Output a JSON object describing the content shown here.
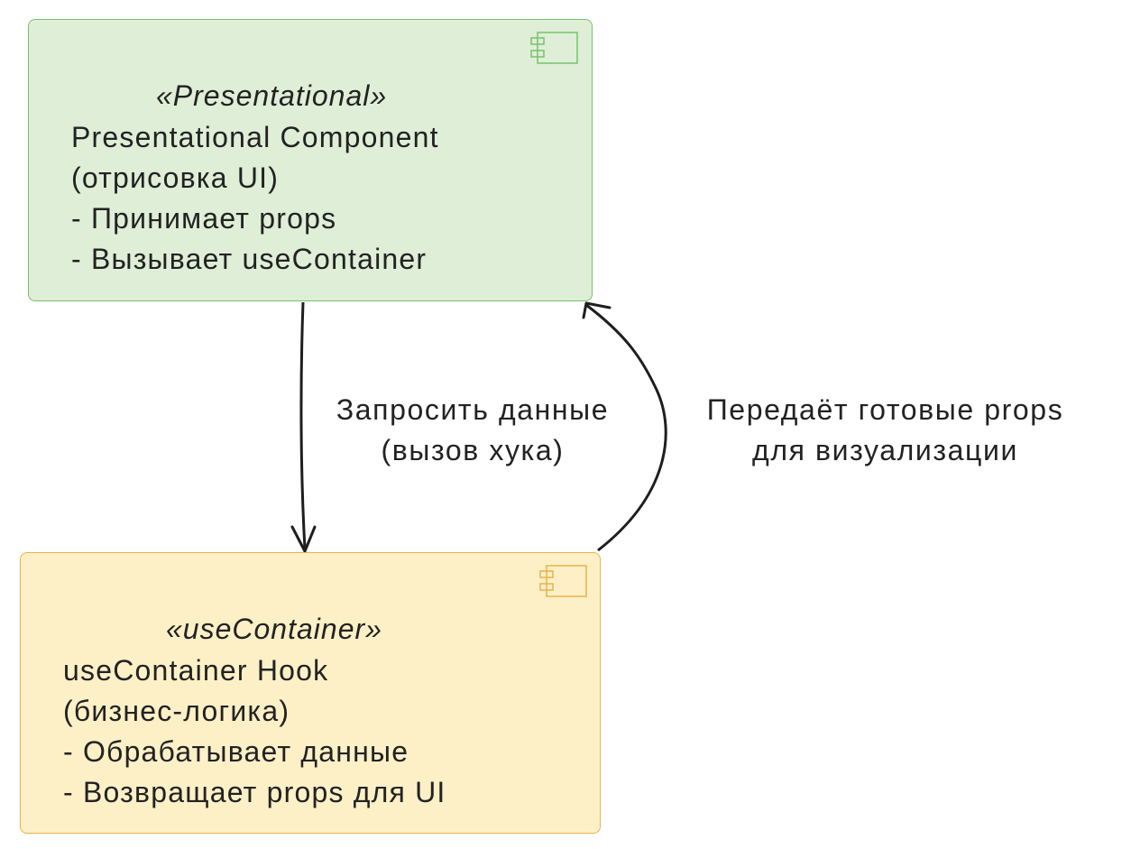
{
  "colors": {
    "presentational_fill": "#dfeed7",
    "presentational_border": "#76c26d",
    "container_fill": "#fef0c6",
    "container_border": "#e8b24a",
    "arrow": "#1e1e1e",
    "text": "#222222"
  },
  "components": {
    "presentational": {
      "stereotype": "«Presentational»",
      "lines": [
        "Presentational Component",
        "(отрисовка UI)",
        "- Принимает props",
        "- Вызывает useContainer"
      ],
      "icon": "component-icon"
    },
    "use_container": {
      "stereotype": "«useContainer»",
      "lines": [
        "useContainer Hook",
        "(бизнес-логика)",
        "- Обрабатывает данные",
        "- Возвращает props для UI"
      ],
      "icon": "component-icon"
    }
  },
  "edges": {
    "request": {
      "lines": [
        "Запросить данные",
        "(вызов хука)"
      ]
    },
    "return": {
      "lines": [
        "Передаёт готовые props",
        "для визуализации"
      ]
    }
  }
}
